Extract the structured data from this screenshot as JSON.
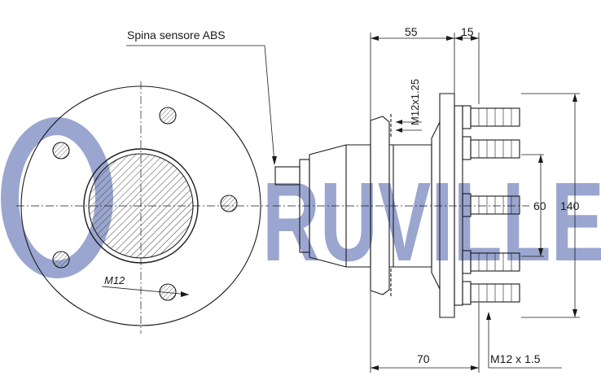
{
  "logo": {
    "text": "RUVILLE",
    "color": "#9aa6cf"
  },
  "labels": {
    "abs_sensor": "Spina sensore ABS",
    "bolt_face": "M12",
    "thread_vertical": "M12x1.25",
    "stud_thread": "M12 x 1.5"
  },
  "dimensions": {
    "top_left": "55",
    "top_right": "15",
    "inner_height": "60",
    "outer_height": "140",
    "bottom_length": "70"
  },
  "colors": {
    "line": "#1a1a1a",
    "hatch": "#555555",
    "logo": "#9aa6cf"
  }
}
